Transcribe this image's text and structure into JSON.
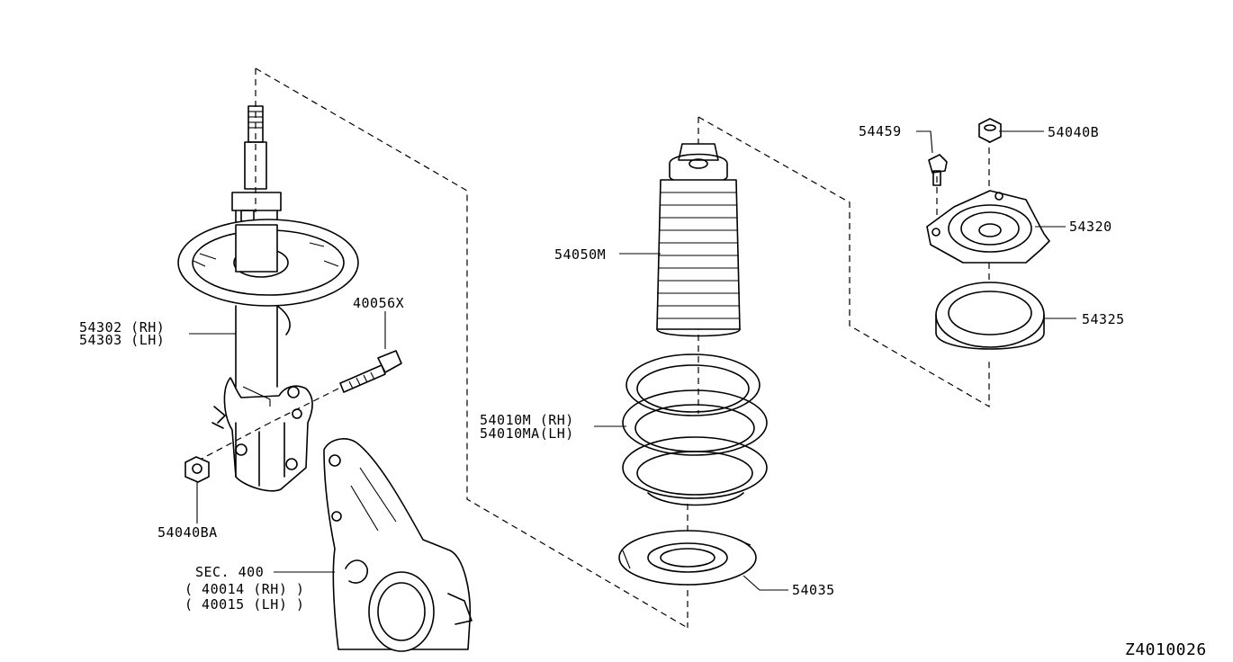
{
  "labels": {
    "strut_rh": "54302 (RH)",
    "strut_lh": "54303 (LH)",
    "bolt": "40056X",
    "nut_lower": "54040BA",
    "sec_ref": "SEC. 400",
    "knuckle_rh": "( 40014 (RH) )",
    "knuckle_lh": "( 40015 (LH) )",
    "bound_bumper": "54050M",
    "spring_rh": "54010M (RH)",
    "spring_lh": "54010MA(LH)",
    "spring_seat": "54035",
    "mount_bolt": "54459",
    "mount_nut": "54040B",
    "mount_insulator": "54320",
    "bearing": "54325",
    "diagram_code": "Z4010026"
  }
}
